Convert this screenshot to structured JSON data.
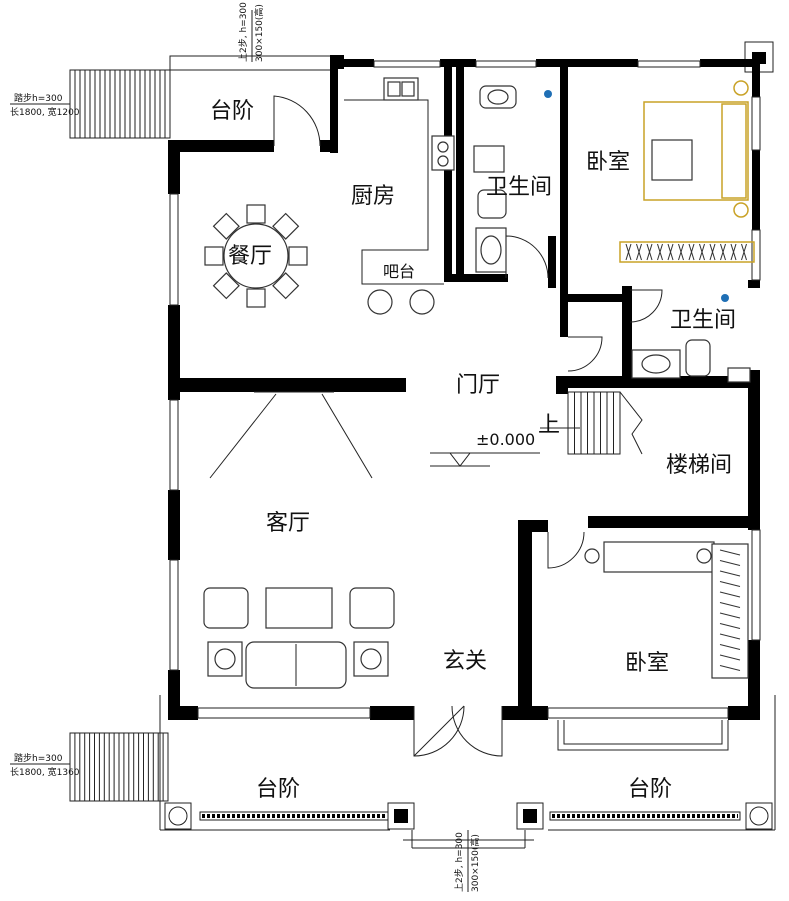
{
  "rooms": {
    "steps_nw": "台阶",
    "dining": "餐厅",
    "kitchen": "厨房",
    "bathroom_1": "卫生间",
    "bedroom_ne": "卧室",
    "bar": "吧台",
    "bathroom_2": "卫生间",
    "hall": "门厅",
    "stair_up": "上",
    "level": "±0.000",
    "living": "客厅",
    "stairwell": "楼梯间",
    "entrance": "玄关",
    "bedroom_se": "卧室",
    "steps_sw": "台阶",
    "steps_se": "台阶"
  },
  "notes": {
    "top_step_1": "上2步, h=300",
    "top_step_2": "300×150(高)",
    "left_step_a1": "踏步h=300",
    "left_step_a2": "长1800, 宽1200",
    "left_step_b1": "踏步h=300",
    "left_step_b2": "长1800, 宽1360",
    "bottom_step_1": "上2步, h=300",
    "bottom_step_2": "300×150(高)"
  },
  "colors": {
    "wall": "#000000",
    "line": "#222222",
    "accent_bed": "#c9a227",
    "fixture_blue": "#1f6fb5"
  }
}
